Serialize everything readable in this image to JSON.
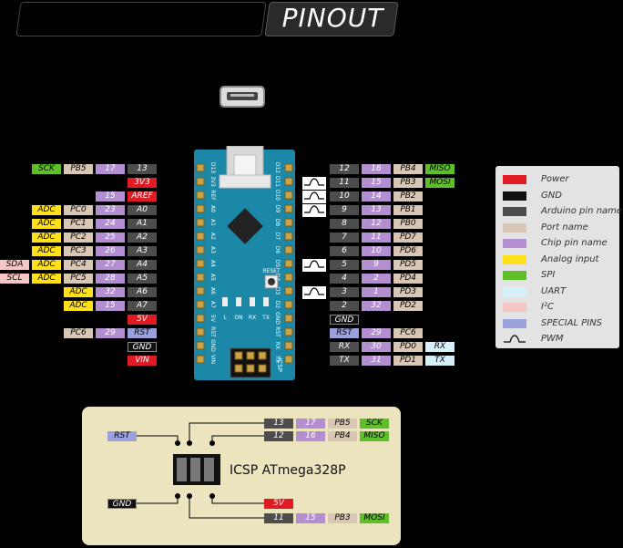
{
  "title": "PINOUT",
  "legend": [
    {
      "label": "Power",
      "color": "#e01b24"
    },
    {
      "label": "GND",
      "color": "#111111"
    },
    {
      "label": "Arduino pin name",
      "color": "#4d4d4d"
    },
    {
      "label": "Port name",
      "color": "#d9c7b5"
    },
    {
      "label": "Chip pin name",
      "color": "#b38fd1"
    },
    {
      "label": "Analog input",
      "color": "#ffe01a"
    },
    {
      "label": "SPI",
      "color": "#5fbf2a"
    },
    {
      "label": "UART",
      "color": "#d6f0fa"
    },
    {
      "label": "I²C",
      "color": "#f6c6c6"
    },
    {
      "label": "SPECIAL PINS",
      "color": "#9aa1dd"
    },
    {
      "label": "PWM",
      "color": "line"
    }
  ],
  "left_rows": [
    [
      [
        "SCK",
        "spi"
      ],
      [
        "PB5",
        "port"
      ],
      [
        "17",
        "chip"
      ],
      [
        "13",
        "ard"
      ]
    ],
    [
      [
        "3V3",
        "pwr"
      ]
    ],
    [
      [
        "15",
        "chip"
      ],
      [
        "AREF",
        "pwr"
      ]
    ],
    [
      [
        "ADC",
        "ana"
      ],
      [
        "PC0",
        "port"
      ],
      [
        "23",
        "chip"
      ],
      [
        "A0",
        "ard"
      ]
    ],
    [
      [
        "ADC",
        "ana"
      ],
      [
        "PC1",
        "port"
      ],
      [
        "24",
        "chip"
      ],
      [
        "A1",
        "ard"
      ]
    ],
    [
      [
        "ADC",
        "ana"
      ],
      [
        "PC2",
        "port"
      ],
      [
        "25",
        "chip"
      ],
      [
        "A2",
        "ard"
      ]
    ],
    [
      [
        "ADC",
        "ana"
      ],
      [
        "PC3",
        "port"
      ],
      [
        "26",
        "chip"
      ],
      [
        "A3",
        "ard"
      ]
    ],
    [
      [
        "SDA",
        "i2c"
      ],
      [
        "ADC",
        "ana"
      ],
      [
        "PC4",
        "port"
      ],
      [
        "27",
        "chip"
      ],
      [
        "A4",
        "ard"
      ]
    ],
    [
      [
        "SCL",
        "i2c"
      ],
      [
        "ADC",
        "ana"
      ],
      [
        "PC5",
        "port"
      ],
      [
        "28",
        "chip"
      ],
      [
        "A5",
        "ard"
      ]
    ],
    [
      [
        "ADC",
        "ana"
      ],
      [
        "32",
        "chip"
      ],
      [
        "A6",
        "ard"
      ]
    ],
    [
      [
        "ADC",
        "ana"
      ],
      [
        "15",
        "chip"
      ],
      [
        "A7",
        "ard"
      ]
    ],
    [
      [
        "5V",
        "pwr"
      ]
    ],
    [
      [
        "PC6",
        "port"
      ],
      [
        "29",
        "chip"
      ],
      [
        "RST",
        "spec"
      ]
    ],
    [
      [
        "GND",
        "gnd"
      ]
    ],
    [
      [
        "VIN",
        "pwr"
      ]
    ]
  ],
  "right_rows": [
    [
      [
        "12",
        "ard"
      ],
      [
        "16",
        "chip"
      ],
      [
        "PB4",
        "port"
      ],
      [
        "MISO",
        "spi"
      ]
    ],
    [
      [
        "11",
        "ard"
      ],
      [
        "15",
        "chip"
      ],
      [
        "PB3",
        "port"
      ],
      [
        "MOSI",
        "spi"
      ]
    ],
    [
      [
        "10",
        "ard"
      ],
      [
        "14",
        "chip"
      ],
      [
        "PB2",
        "port"
      ]
    ],
    [
      [
        "9",
        "ard"
      ],
      [
        "13",
        "chip"
      ],
      [
        "PB1",
        "port"
      ]
    ],
    [
      [
        "8",
        "ard"
      ],
      [
        "12",
        "chip"
      ],
      [
        "PB0",
        "port"
      ]
    ],
    [
      [
        "7",
        "ard"
      ],
      [
        "11",
        "chip"
      ],
      [
        "PD7",
        "port"
      ]
    ],
    [
      [
        "6",
        "ard"
      ],
      [
        "10",
        "chip"
      ],
      [
        "PD6",
        "port"
      ]
    ],
    [
      [
        "5",
        "ard"
      ],
      [
        "9",
        "chip"
      ],
      [
        "PD5",
        "port"
      ]
    ],
    [
      [
        "4",
        "ard"
      ],
      [
        "2",
        "chip"
      ],
      [
        "PD4",
        "port"
      ]
    ],
    [
      [
        "3",
        "ard"
      ],
      [
        "1",
        "chip"
      ],
      [
        "PD3",
        "port"
      ]
    ],
    [
      [
        "2",
        "ard"
      ],
      [
        "32",
        "chip"
      ],
      [
        "PD2",
        "port"
      ]
    ],
    [
      [
        "GND",
        "gnd"
      ]
    ],
    [
      [
        "RST",
        "spec"
      ],
      [
        "29",
        "chip"
      ],
      [
        "PC6",
        "port"
      ]
    ],
    [
      [
        "RX",
        "ard"
      ],
      [
        "30",
        "chip"
      ],
      [
        "PD0",
        "port"
      ],
      [
        "RX",
        "uart"
      ]
    ],
    [
      [
        "TX",
        "ard"
      ],
      [
        "31",
        "chip"
      ],
      [
        "PD1",
        "port"
      ],
      [
        "TX",
        "uart"
      ]
    ]
  ],
  "pwm_right_rows": [
    1,
    2,
    3,
    7,
    9
  ],
  "board": {
    "left_header": [
      "D13",
      "3V3",
      "REF",
      "A0",
      "A1",
      "A2",
      "A3",
      "A4",
      "A5",
      "A6",
      "A7",
      "5V",
      "RST",
      "GND",
      "VIN"
    ],
    "right_header": [
      "D12",
      "D11",
      "D10",
      "D9",
      "D8",
      "D7",
      "D6",
      "D5",
      "D4",
      "D3",
      "D2",
      "GND",
      "RST",
      "RX",
      "TX"
    ],
    "led_labels": [
      "L",
      "ON",
      "RX",
      "TX"
    ],
    "reset_label": "RESET",
    "icsp_label": "ICSP"
  },
  "icsp": {
    "title": "ICSP ATmega328P",
    "top1": [
      [
        "13",
        "ard"
      ],
      [
        "17",
        "chip"
      ],
      [
        "PB5",
        "port"
      ],
      [
        "SCK",
        "spi"
      ]
    ],
    "top2": [
      [
        "12",
        "ard"
      ],
      [
        "16",
        "chip"
      ],
      [
        "PB4",
        "port"
      ],
      [
        "MISO",
        "spi"
      ]
    ],
    "rst": [
      [
        "RST",
        "spec"
      ]
    ],
    "gnd": [
      [
        "GND",
        "gnd"
      ]
    ],
    "bot1": [
      [
        "5V",
        "pwr"
      ]
    ],
    "bot2": [
      [
        "11",
        "ard"
      ],
      [
        "15",
        "chip"
      ],
      [
        "PB3",
        "port"
      ],
      [
        "MOSI",
        "spi"
      ]
    ]
  }
}
